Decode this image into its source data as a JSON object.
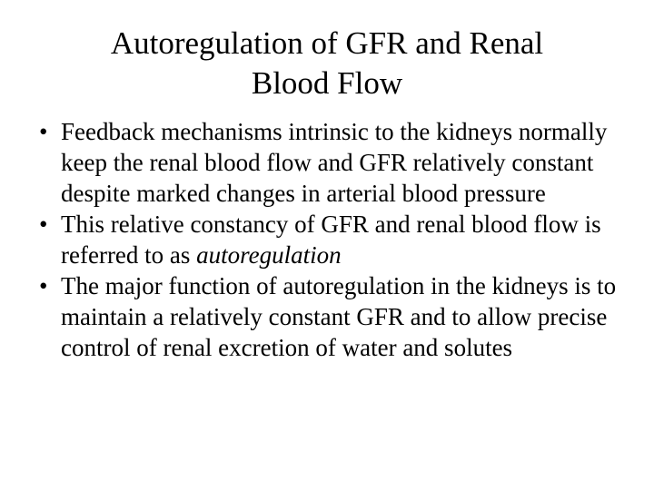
{
  "slide": {
    "background_color": "#ffffff",
    "text_color": "#000000",
    "title": {
      "line1": "Autoregulation of GFR and Renal",
      "line2": "Blood Flow"
    },
    "bullet_marker": "•",
    "bullets": [
      {
        "text_before": "Feedback mechanisms intrinsic to the kidneys normally keep the renal blood flow and GFR relatively constant despite marked changes in arterial blood pressure",
        "emphasis": "",
        "text_after": ""
      },
      {
        "text_before": "This relative constancy of GFR and renal blood flow is referred to as ",
        "emphasis": "autoregulation",
        "text_after": ""
      },
      {
        "text_before": "The major function of autoregulation in the kidneys is to maintain a relatively constant GFR and to allow precise control of renal excretion of water and solutes",
        "emphasis": "",
        "text_after": ""
      }
    ]
  }
}
